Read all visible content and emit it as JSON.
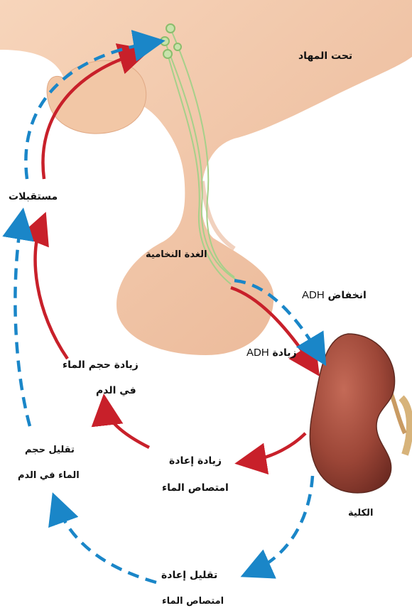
{
  "labels": {
    "hypothalamus": "تحت المهاد",
    "receptors": "مستقبلات",
    "pituitary": "الغدة النخامية",
    "adh_decrease_word": "انخفاض",
    "adh_increase_word": "زيادة",
    "adh_abbr": "ADH",
    "increase_blood_volume_line1": "زيادة حجم الماء",
    "increase_blood_volume_line2": "في الدم",
    "decrease_blood_volume_line1": "تقليل حجم",
    "decrease_blood_volume_line2": "الماء في الدم",
    "increase_reabsorption_line1": "زيادة إعادة",
    "increase_reabsorption_line2": "امتصاص الماء",
    "decrease_reabsorption_line1": "تقليل إعادة",
    "decrease_reabsorption_line2": "امتصاص الماء",
    "kidney": "الكلية"
  },
  "colors": {
    "increase_arrow": "#c8202a",
    "decrease_arrow": "#1a86c8",
    "tissue": "#f3c9aa",
    "tissue_shade": "#e3ad8c",
    "kidney": "#a34a3c",
    "nerve": "#a6d08a"
  }
}
